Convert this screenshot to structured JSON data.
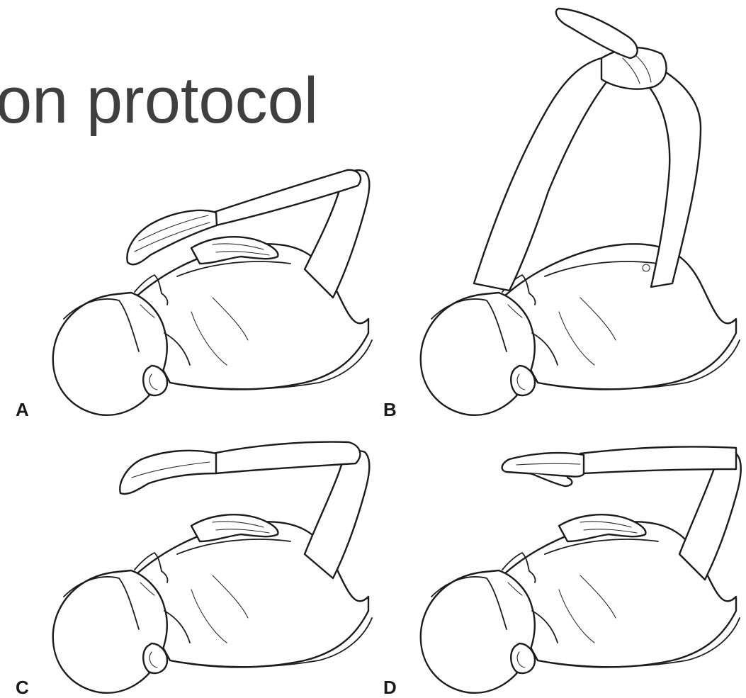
{
  "slide": {
    "title": "on protocol"
  },
  "panels": [
    {
      "id": "A",
      "label": "A",
      "arm_position": "hand over chest, forearm across"
    },
    {
      "id": "B",
      "label": "B",
      "arm_position": "arms raised overhead, wrists crossed"
    },
    {
      "id": "C",
      "label": "C",
      "arm_position": "arm extended above, hand on chest"
    },
    {
      "id": "D",
      "label": "D",
      "arm_position": "arm extended further, hand on chest"
    }
  ],
  "colors": {
    "background": "#ffffff",
    "title": "#3f3f3f",
    "ink": "#1c1c1c"
  }
}
